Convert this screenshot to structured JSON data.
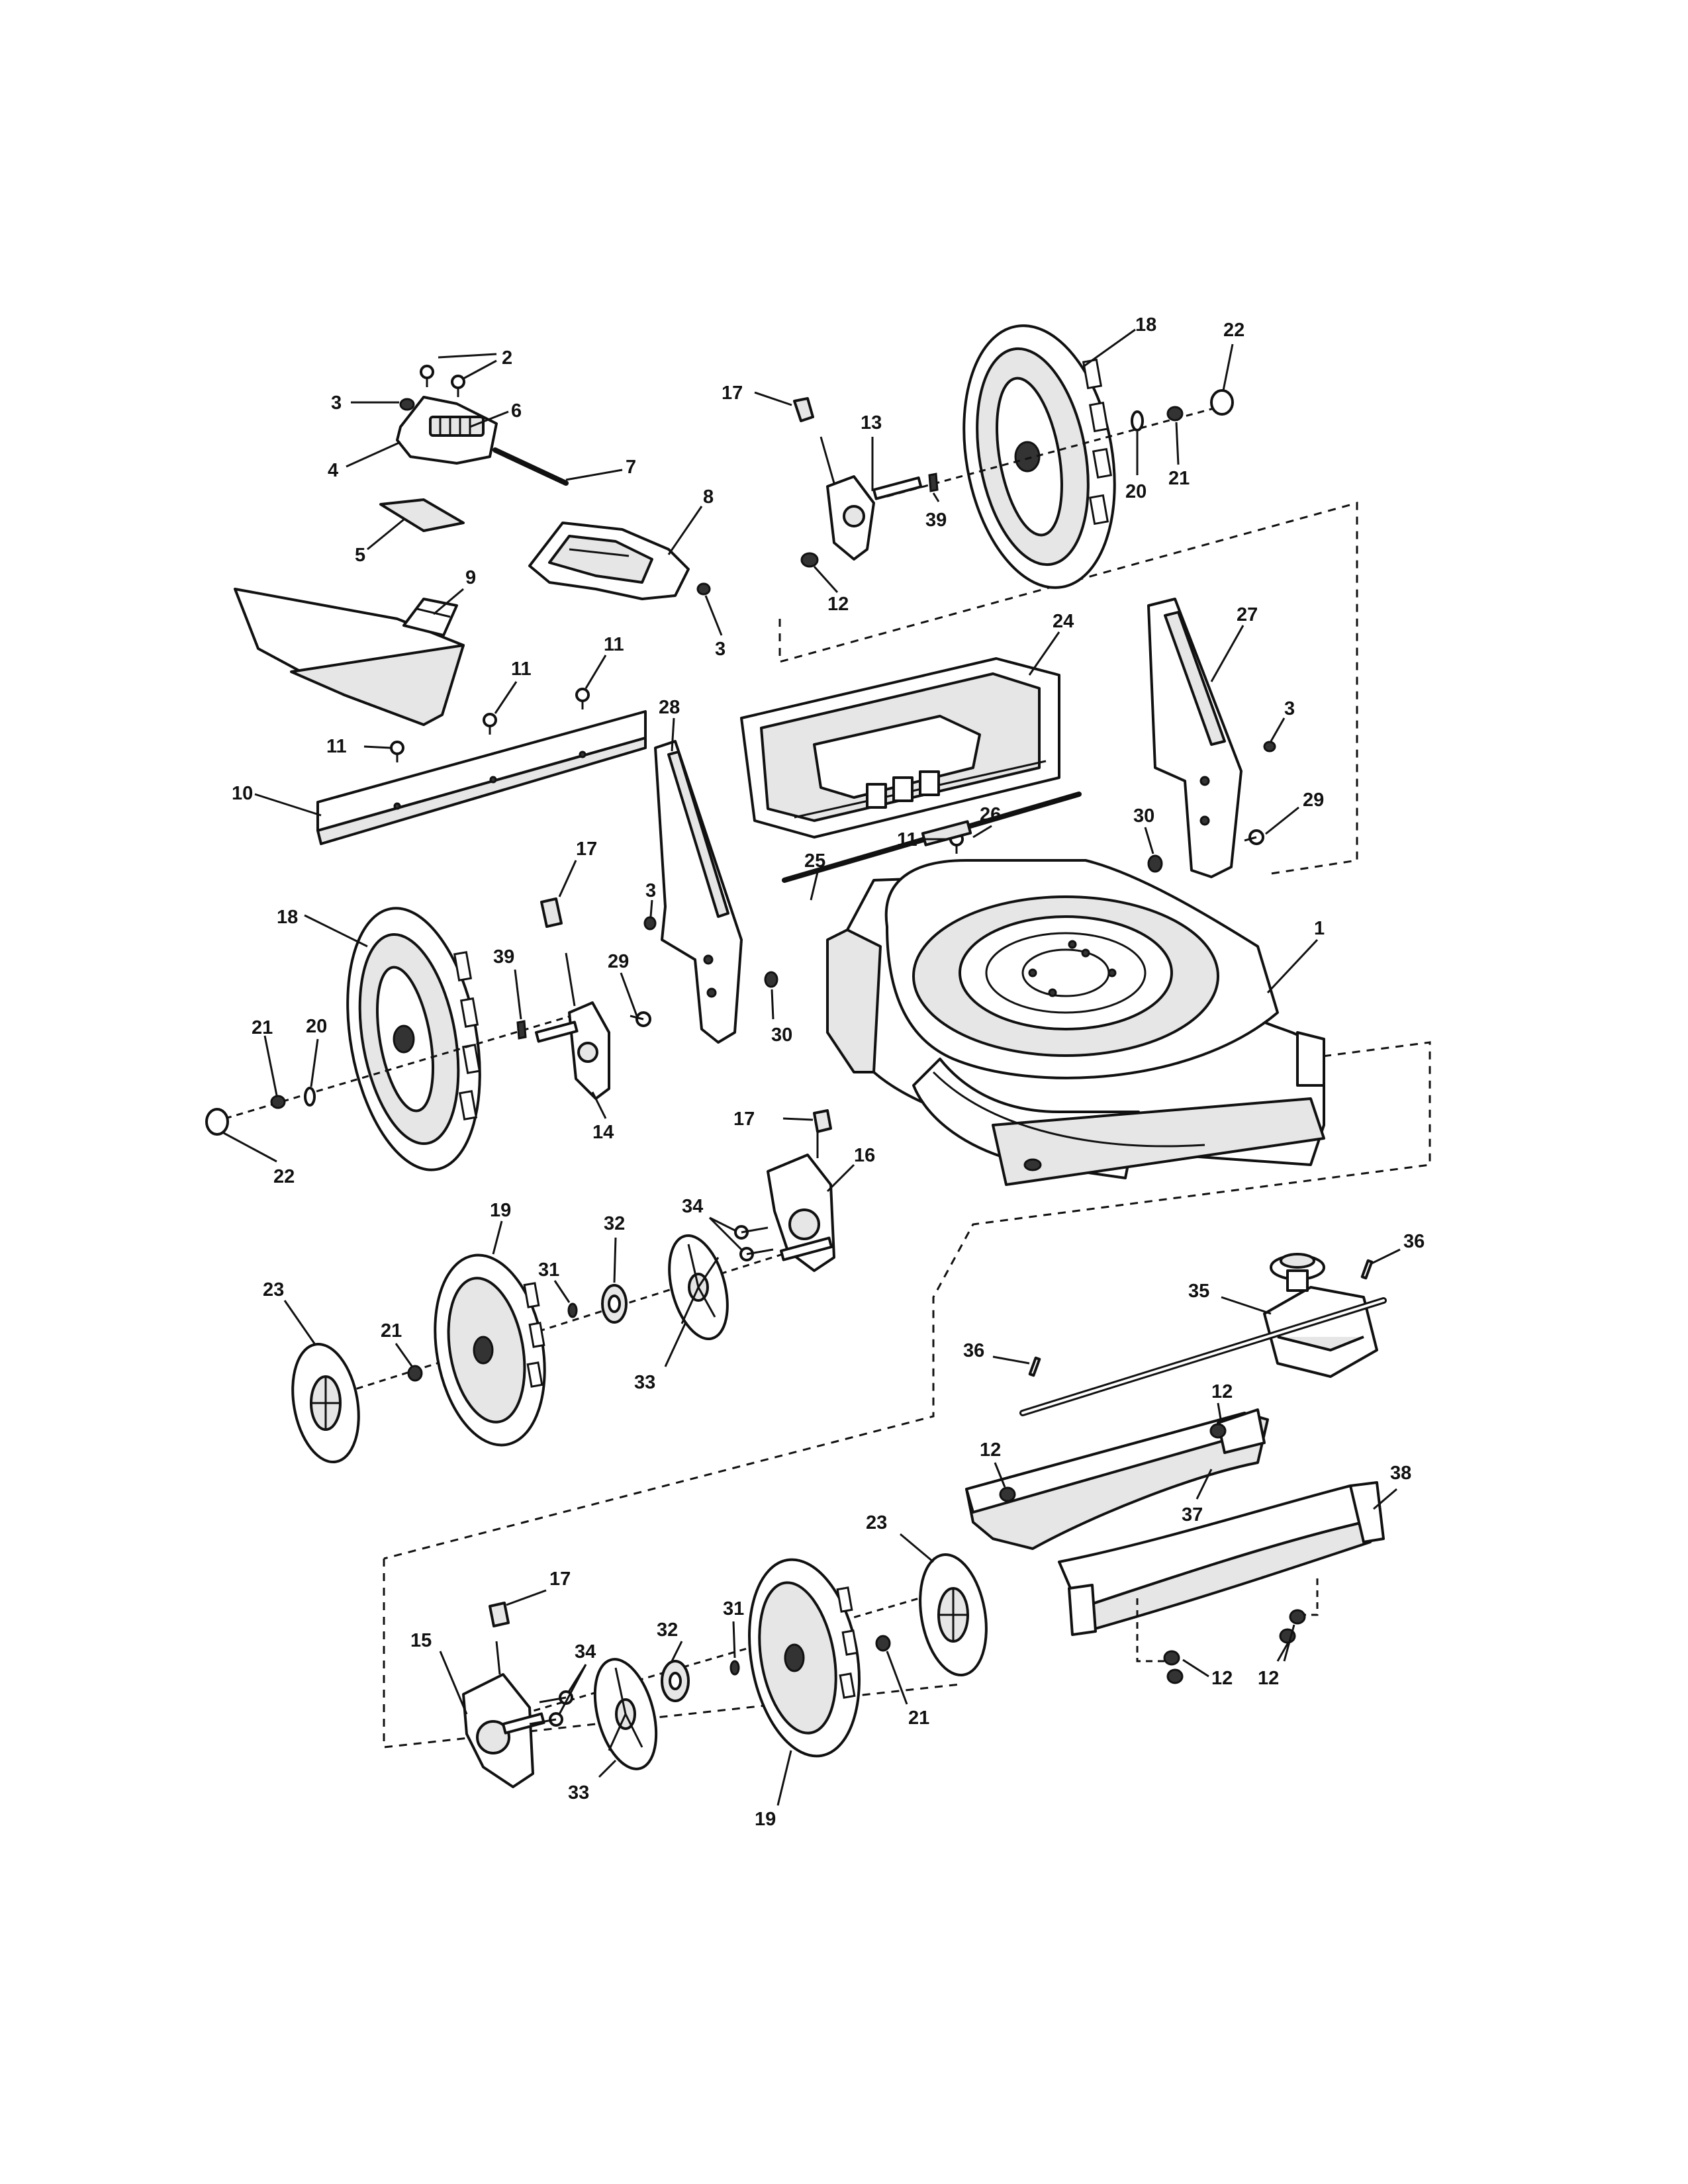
{
  "callouts": {
    "c1": "1",
    "c2": "2",
    "c3a": "3",
    "c3b": "3",
    "c3c": "3",
    "c3d": "3",
    "c4": "4",
    "c5": "5",
    "c6": "6",
    "c7": "7",
    "c8": "8",
    "c9": "9",
    "c10": "10",
    "c11a": "11",
    "c11b": "11",
    "c11c": "11",
    "c11d": "11",
    "c12a": "12",
    "c12b": "12",
    "c12c": "12",
    "c12d": "12",
    "c12e": "12",
    "c13": "13",
    "c14": "14",
    "c15": "15",
    "c16": "16",
    "c17a": "17",
    "c17b": "17",
    "c17c": "17",
    "c17d": "17",
    "c18a": "18",
    "c18b": "18",
    "c19a": "19",
    "c19b": "19",
    "c20a": "20",
    "c20b": "20",
    "c21a": "21",
    "c21b": "21",
    "c21c": "21",
    "c21d": "21",
    "c22a": "22",
    "c22b": "22",
    "c23a": "23",
    "c23b": "23",
    "c24": "24",
    "c25": "25",
    "c26": "26",
    "c27": "27",
    "c28": "28",
    "c29a": "29",
    "c29b": "29",
    "c30a": "30",
    "c30b": "30",
    "c31a": "31",
    "c31b": "31",
    "c32a": "32",
    "c32b": "32",
    "c33a": "33",
    "c33b": "33",
    "c34a": "34",
    "c34b": "34",
    "c35": "35",
    "c36a": "36",
    "c36b": "36",
    "c37": "37",
    "c38": "38",
    "c39a": "39",
    "c39b": "39"
  }
}
